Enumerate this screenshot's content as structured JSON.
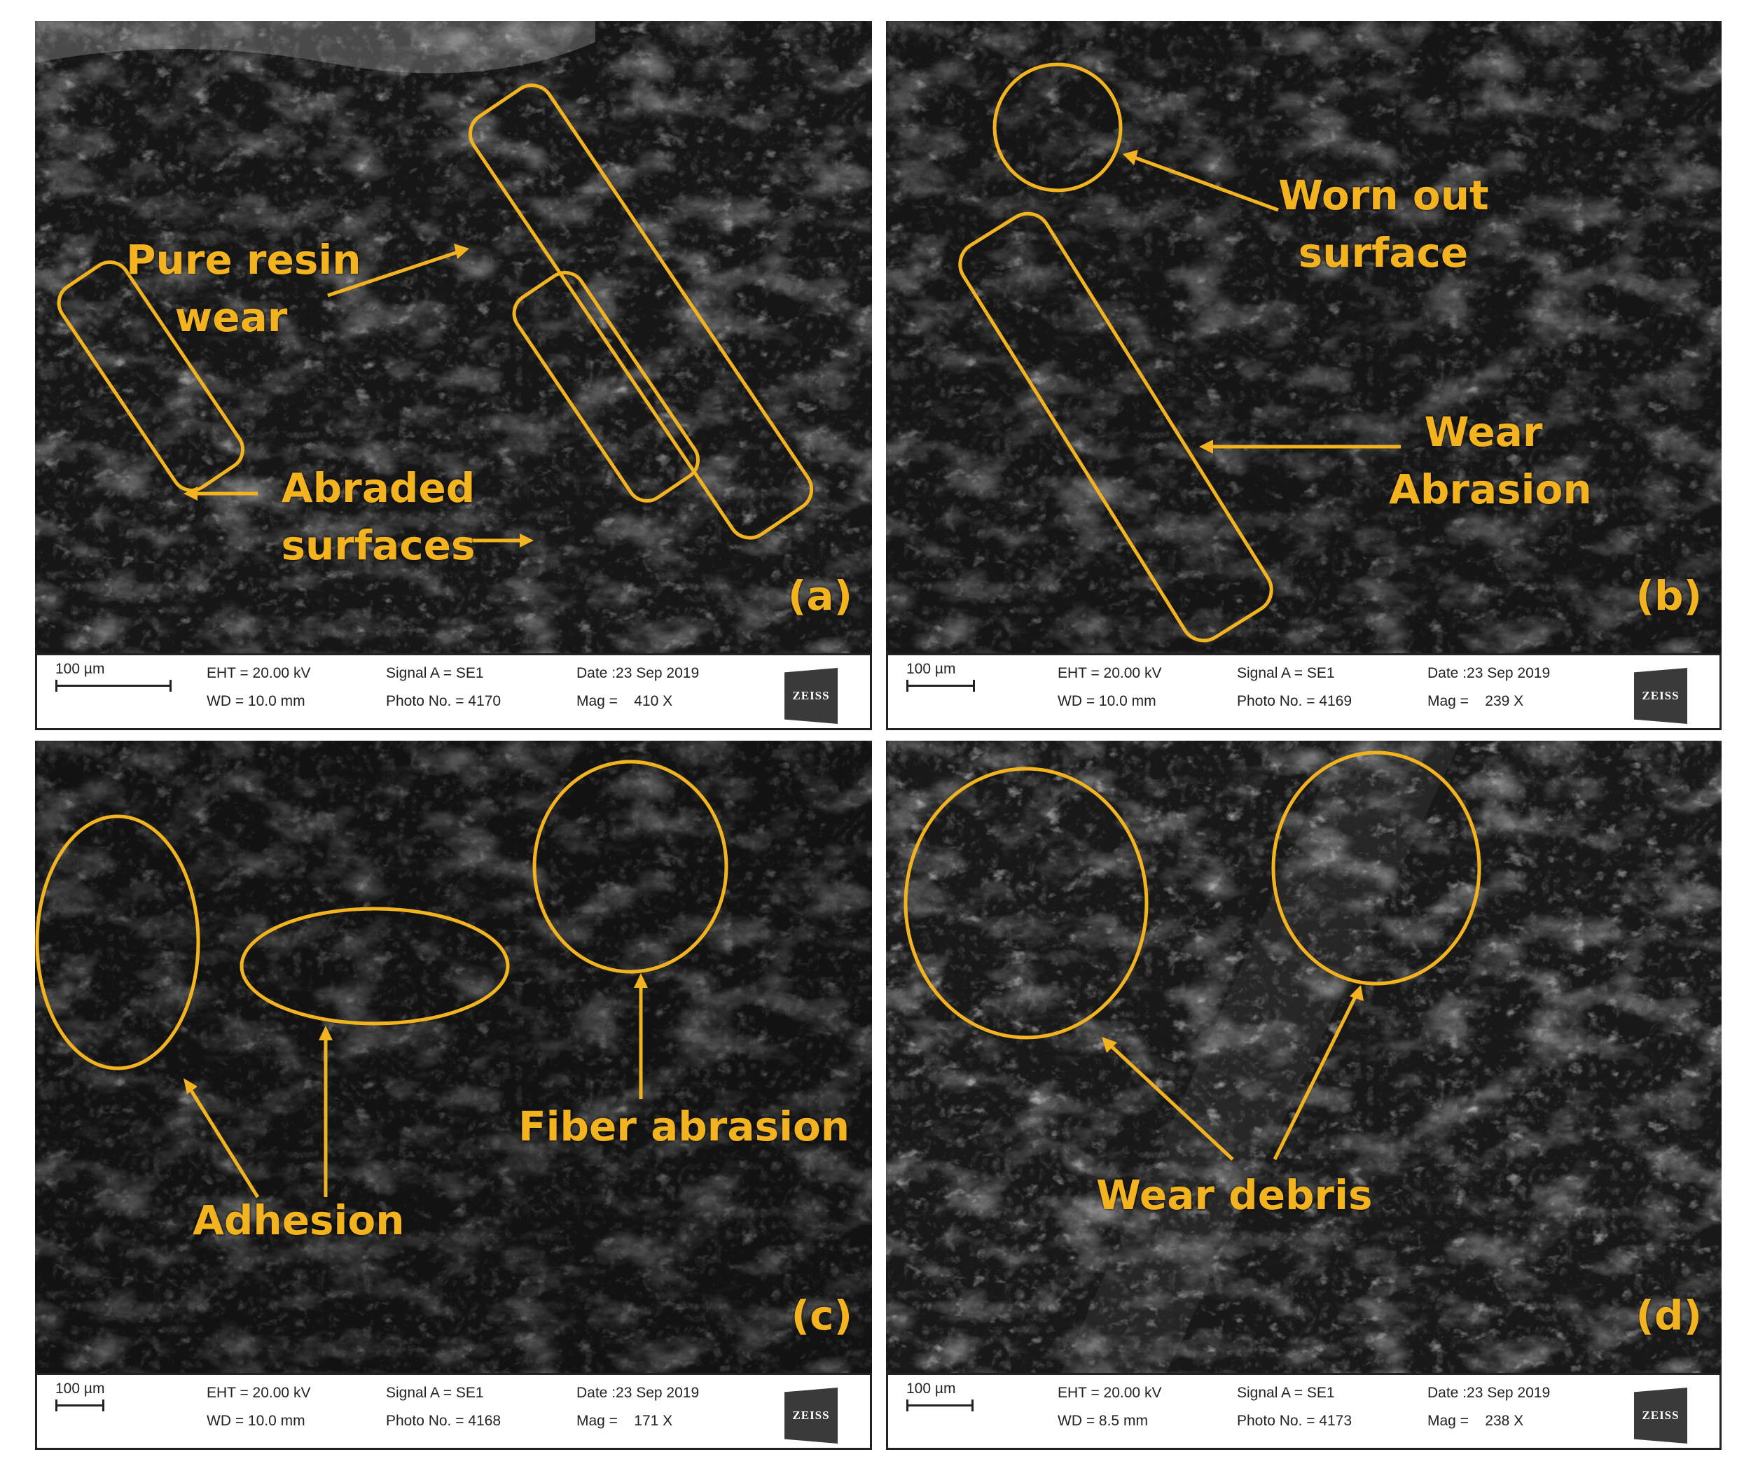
{
  "accent_color": "#f2b31f",
  "panels": [
    {
      "id": "a",
      "label": "(a)",
      "annotations": [
        "Pure resin",
        "wear",
        "Abraded",
        "surfaces"
      ],
      "info": {
        "scale": "100 µm",
        "eht": "EHT = 20.00 kV",
        "wd": "WD = 10.0 mm",
        "signal": "Signal A = SE1",
        "photo": "Photo No. = 4170",
        "date": "Date :23 Sep 2019",
        "mag": "Mag =    410 X",
        "logo": "ZEISS"
      }
    },
    {
      "id": "b",
      "label": "(b)",
      "annotations": [
        "Worn out",
        "surface",
        "Wear",
        "Abrasion"
      ],
      "info": {
        "scale": "100 µm",
        "eht": "EHT = 20.00 kV",
        "wd": "WD = 10.0 mm",
        "signal": "Signal A = SE1",
        "photo": "Photo No. = 4169",
        "date": "Date :23 Sep 2019",
        "mag": "Mag =    239 X",
        "logo": "ZEISS"
      }
    },
    {
      "id": "c",
      "label": "(c)",
      "annotations": [
        "Adhesion",
        "Fiber abrasion"
      ],
      "info": {
        "scale": "100 µm",
        "eht": "EHT = 20.00 kV",
        "wd": "WD = 10.0 mm",
        "signal": "Signal A = SE1",
        "photo": "Photo No. = 4168",
        "date": "Date :23 Sep 2019",
        "mag": "Mag =    171 X",
        "logo": "ZEISS"
      }
    },
    {
      "id": "d",
      "label": "(d)",
      "annotations": [
        "Wear debris"
      ],
      "info": {
        "scale": "100 µm",
        "eht": "EHT = 20.00 kV",
        "wd": "WD = 8.5 mm",
        "signal": "Signal A = SE1",
        "photo": "Photo No. = 4173",
        "date": "Date :23 Sep 2019",
        "mag": "Mag =    238 X",
        "logo": "ZEISS"
      }
    }
  ]
}
